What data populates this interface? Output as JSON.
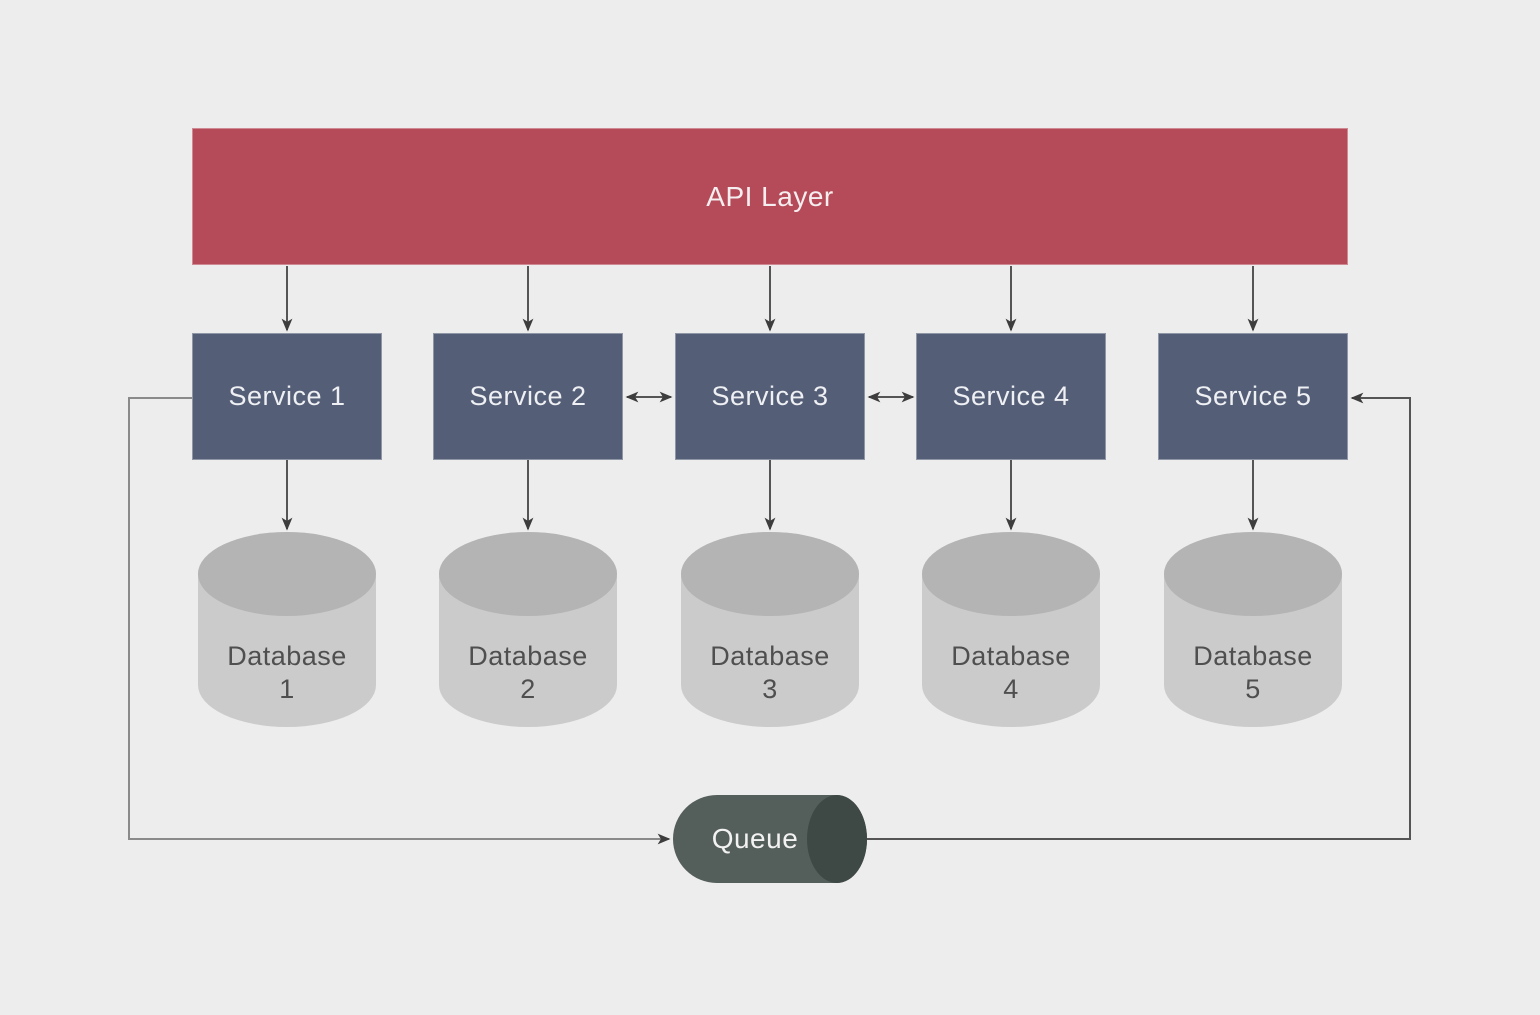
{
  "canvas": {
    "background": "#ededed"
  },
  "api_layer": {
    "id": "api-layer",
    "label": "API Layer",
    "fill": "#b54b59",
    "text_color": "#f5eef0"
  },
  "services": [
    {
      "id": "service-1",
      "label": "Service 1"
    },
    {
      "id": "service-2",
      "label": "Service 2"
    },
    {
      "id": "service-3",
      "label": "Service 3"
    },
    {
      "id": "service-4",
      "label": "Service 4"
    },
    {
      "id": "service-5",
      "label": "Service 5"
    }
  ],
  "service_style": {
    "fill": "#545e76",
    "text_color": "#eef0f4"
  },
  "databases": [
    {
      "id": "database-1",
      "label": "Database\n1"
    },
    {
      "id": "database-2",
      "label": "Database\n2"
    },
    {
      "id": "database-3",
      "label": "Database\n3"
    },
    {
      "id": "database-4",
      "label": "Database\n4"
    },
    {
      "id": "database-5",
      "label": "Database\n5"
    }
  ],
  "database_style": {
    "body_fill": "#cbcbcb",
    "top_fill": "#b4b4b4",
    "text_color": "#4f4f4f"
  },
  "queue": {
    "id": "queue",
    "label": "Queue",
    "body_fill": "#545e5b",
    "cap_fill": "#3e4845",
    "text_color": "#f2f2f2"
  },
  "connections": [
    {
      "from": "api-layer",
      "to": "service-1",
      "type": "arrow"
    },
    {
      "from": "api-layer",
      "to": "service-2",
      "type": "arrow"
    },
    {
      "from": "api-layer",
      "to": "service-3",
      "type": "arrow"
    },
    {
      "from": "api-layer",
      "to": "service-4",
      "type": "arrow"
    },
    {
      "from": "api-layer",
      "to": "service-5",
      "type": "arrow"
    },
    {
      "from": "service-1",
      "to": "database-1",
      "type": "arrow"
    },
    {
      "from": "service-2",
      "to": "database-2",
      "type": "arrow"
    },
    {
      "from": "service-3",
      "to": "database-3",
      "type": "arrow"
    },
    {
      "from": "service-4",
      "to": "database-4",
      "type": "arrow"
    },
    {
      "from": "service-5",
      "to": "database-5",
      "type": "arrow"
    },
    {
      "from": "service-2",
      "to": "service-3",
      "type": "bidirectional"
    },
    {
      "from": "service-3",
      "to": "service-4",
      "type": "bidirectional"
    },
    {
      "from": "service-1",
      "to": "queue",
      "type": "arrow"
    },
    {
      "from": "queue",
      "to": "service-5",
      "type": "arrow"
    }
  ]
}
